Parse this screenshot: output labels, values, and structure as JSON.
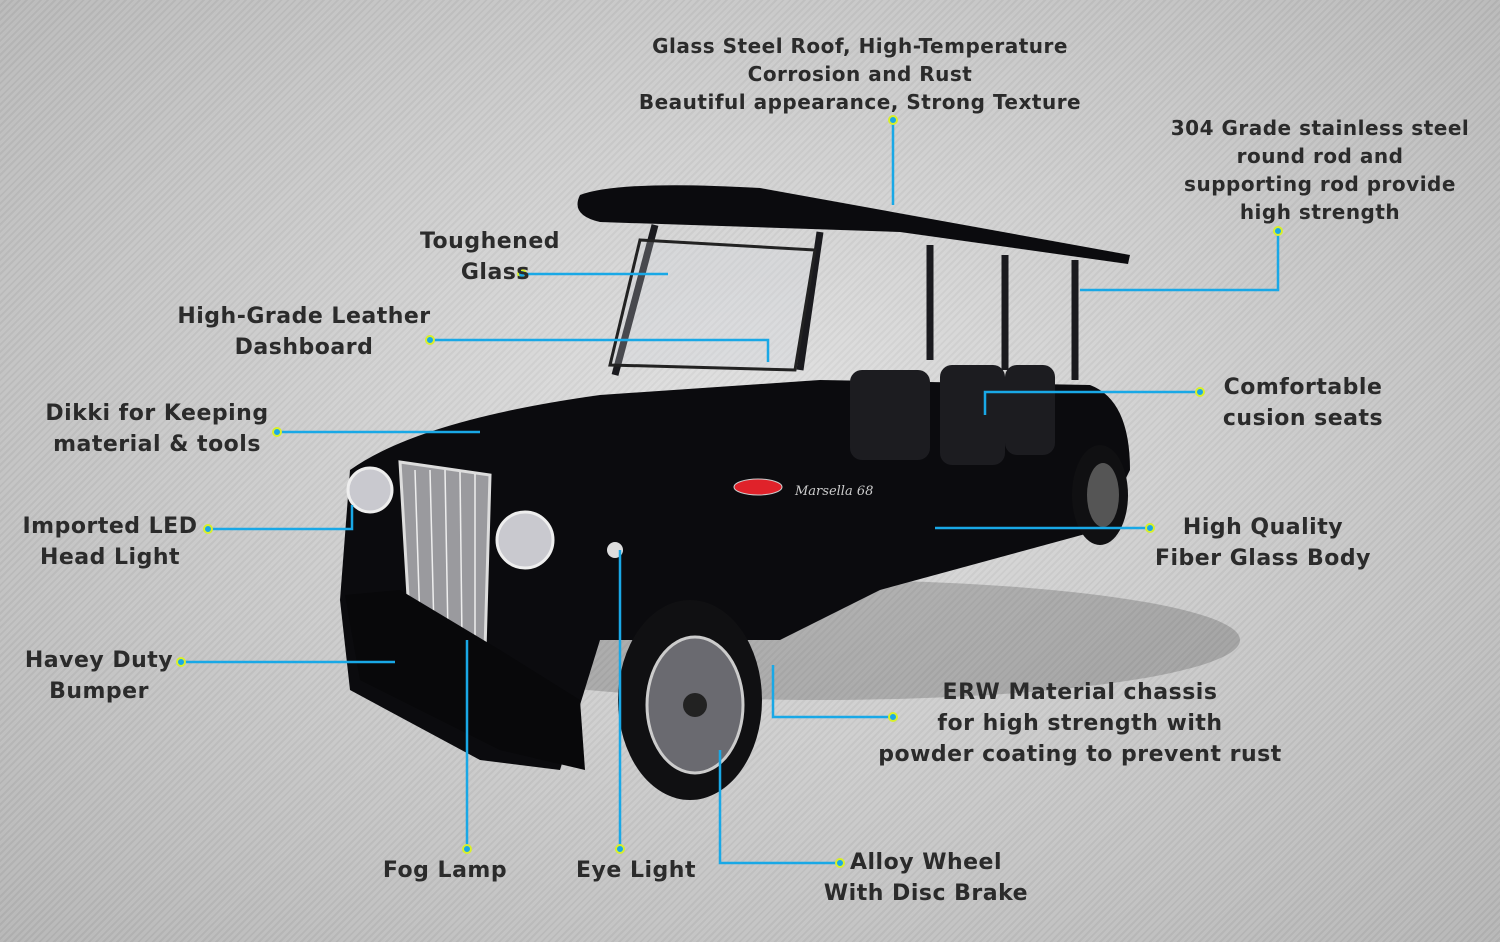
{
  "colors": {
    "leader": "#19a8e6",
    "dot_ring": "#d8f02a",
    "text": "#2b2b2b",
    "car": "#0b0b0e"
  },
  "car_badge": "Marsella 68",
  "callouts": {
    "roof": [
      "Glass Steel Roof, High-Temperature",
      "Corrosion and Rust",
      "Beautiful appearance, Strong Texture"
    ],
    "rod": [
      "304 Grade stainless steel",
      "round rod and",
      "supporting rod provide",
      "high strength"
    ],
    "glass": [
      "Toughened",
      "Glass"
    ],
    "dashboard": [
      "High-Grade Leather",
      "Dashboard"
    ],
    "dikki": [
      "Dikki for Keeping",
      "material & tools"
    ],
    "headlight": [
      "Imported LED",
      "Head Light"
    ],
    "bumper": [
      "Havey Duty",
      "Bumper"
    ],
    "foglamp": [
      "Fog Lamp"
    ],
    "eyelight": [
      "Eye Light"
    ],
    "wheel": [
      "Alloy Wheel",
      "With Disc Brake"
    ],
    "chassis": [
      "ERW Material chassis",
      "for high strength with",
      "powder coating to prevent rust"
    ],
    "body": [
      "High Quality",
      "Fiber Glass Body"
    ],
    "seats": [
      "Comfortable",
      "cusion seats"
    ]
  }
}
